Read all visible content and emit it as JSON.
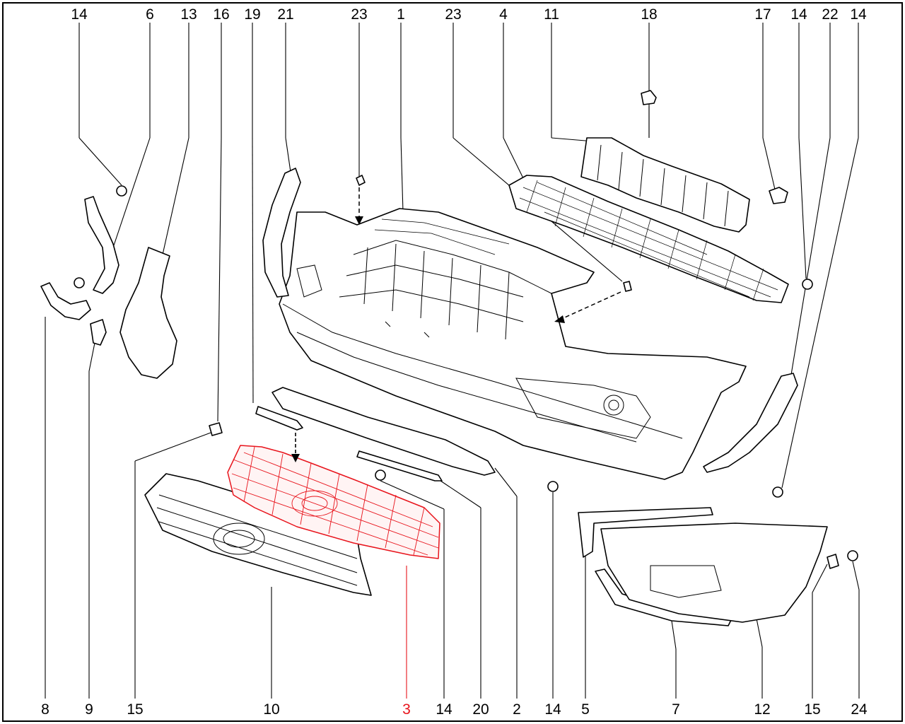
{
  "callouts": {
    "top": [
      "14",
      "6",
      "13",
      "16",
      "19",
      "21",
      "23",
      "1",
      "23",
      "4",
      "11",
      "18",
      "17",
      "14",
      "22",
      "14"
    ],
    "bottom": [
      "8",
      "9",
      "15",
      "10",
      "3",
      "14",
      "20",
      "2",
      "14",
      "5",
      "7",
      "12",
      "15",
      "24"
    ]
  },
  "highlight": {
    "part_number": "3",
    "color": "#e8141c"
  },
  "colors": {
    "line": "#000000",
    "background": "#ffffff"
  }
}
